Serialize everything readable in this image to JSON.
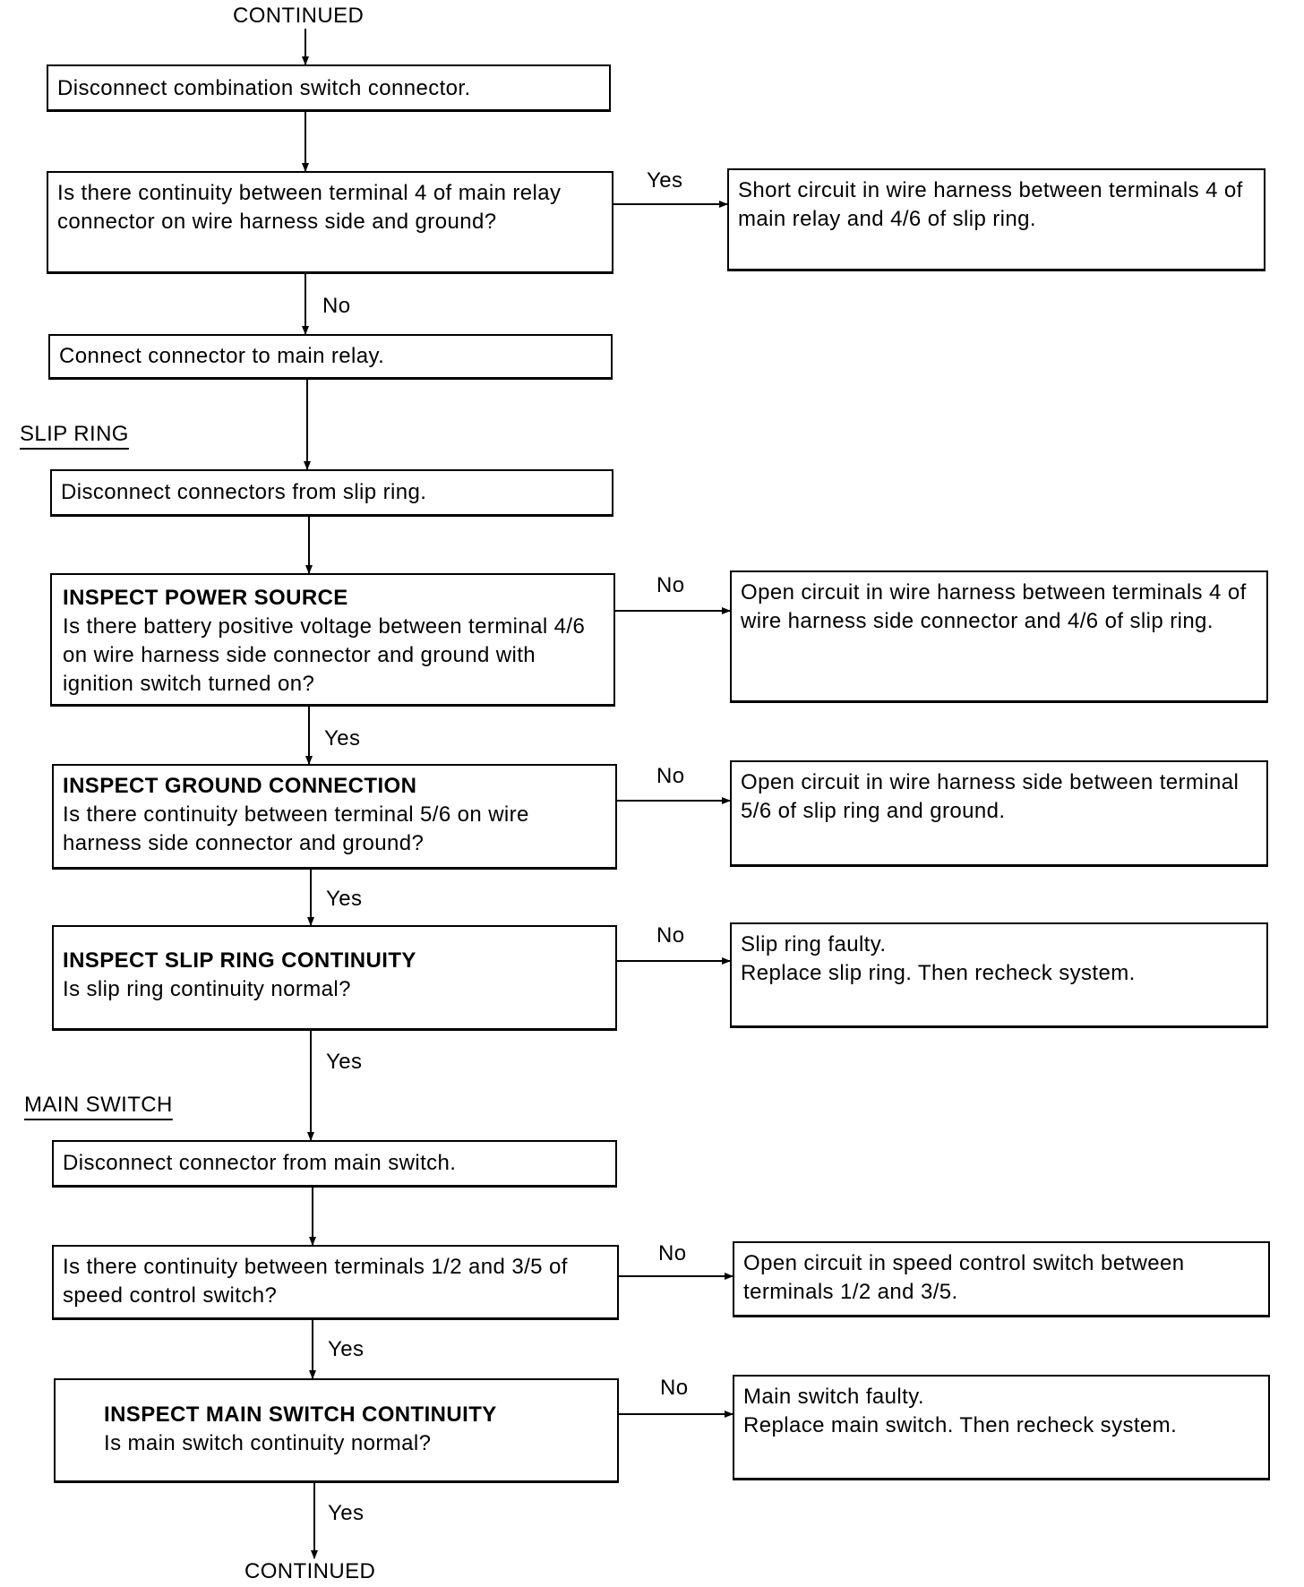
{
  "header_continued": "CONTINUED",
  "footer_continued": "CONTINUED",
  "sections": {
    "slip_ring": "SLIP RING",
    "main_switch": "MAIN SWITCH"
  },
  "steps": {
    "disconnect_combination": "Disconnect combination switch connector.",
    "continuity_main_relay": "Is there continuity between terminal 4 of main relay connector on wire harness side and ground?",
    "connect_main_relay": "Connect connector to main relay.",
    "disconnect_slip_ring": "Disconnect connectors from slip ring.",
    "inspect_power_source": {
      "heading": "INSPECT POWER SOURCE",
      "question": "Is there battery positive voltage between terminal 4/6 on wire harness side connector and ground with ignition switch turned on?"
    },
    "inspect_ground": {
      "heading": "INSPECT GROUND CONNECTION",
      "question": "Is there continuity between terminal 5/6 on wire harness side connector and ground?"
    },
    "inspect_slip_ring": {
      "heading": "INSPECT SLIP RING CONTINUITY",
      "question": "Is slip ring continuity normal?"
    },
    "disconnect_main_switch": "Disconnect connector from main switch.",
    "continuity_speed_switch": "Is there continuity between terminals 1/2 and 3/5 of speed control switch?",
    "inspect_main_switch": {
      "heading": "INSPECT MAIN SWITCH CONTINUITY",
      "question": "Is main switch continuity normal?"
    }
  },
  "results": {
    "short_circuit": "Short circuit in wire harness between terminals 4 of main relay and 4/6 of slip ring.",
    "open_power": "Open circuit in wire harness between terminals 4 of wire harness side connector and 4/6 of slip ring.",
    "open_ground": "Open circuit in wire harness side between terminal 5/6 of slip ring and ground.",
    "slip_ring_faulty": {
      "line1": "Slip ring faulty.",
      "line2": "Replace slip ring. Then recheck system."
    },
    "open_speed_switch": "Open circuit in speed control switch between terminals 1/2 and 3/5.",
    "main_switch_faulty": {
      "line1": "Main switch faulty.",
      "line2": "Replace main switch. Then recheck system."
    }
  },
  "branch_labels": {
    "yes": "Yes",
    "no": "No"
  }
}
